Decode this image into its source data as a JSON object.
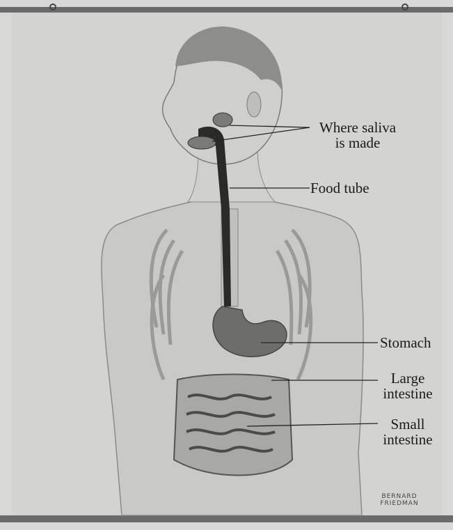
{
  "labels": {
    "saliva_line1": "Where saliva",
    "saliva_line2": "is made",
    "food_tube": "Food tube",
    "stomach": "Stomach",
    "large_line1": "Large",
    "large_line2": "intestine",
    "small_line1": "Small",
    "small_line2": "intestine"
  },
  "signature": {
    "line1": "BERNARD",
    "line2": "FRIEDMAN"
  }
}
